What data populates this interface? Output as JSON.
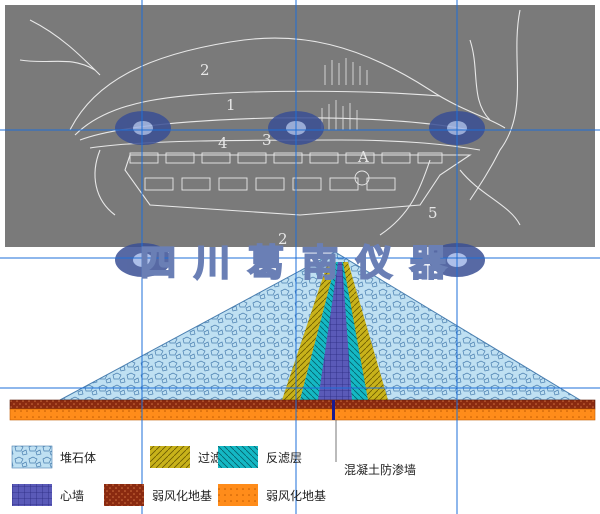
{
  "watermark": "四川葛南仪器",
  "plan_labels": [
    "1",
    "2",
    "3",
    "4",
    "5",
    "A",
    "2"
  ],
  "annotation": "混凝土防渗墙",
  "legend": [
    {
      "label": "堆石体",
      "color": "#bfe0f2",
      "pattern": "rockfill"
    },
    {
      "label": "过滤层",
      "color": "#c8b21a",
      "pattern": "filter"
    },
    {
      "label": "反滤层",
      "color": "#14b8c4",
      "pattern": "reverse-filter"
    },
    {
      "label": "心墙",
      "color": "#5a5ab8",
      "pattern": "core-wall"
    },
    {
      "label": "弱风化地基",
      "color": "#8a2a10",
      "pattern": "weathered-dark"
    },
    {
      "label": "弱风化地基",
      "color": "#ff8c1a",
      "pattern": "weathered-orange"
    }
  ],
  "colors": {
    "plan_bg": "#7a7a7a",
    "plan_line": "#e8e8e8",
    "guide_line": "#1e6fd8"
  }
}
